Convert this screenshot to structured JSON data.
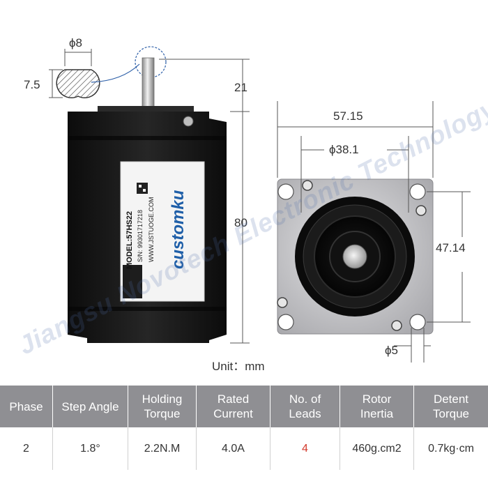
{
  "dimensions": {
    "shaft_diameter": "ϕ8",
    "shaft_flat": "7.5",
    "shaft_length": "21",
    "body_length": "80",
    "flange_width": "57.15",
    "pilot_diameter": "ϕ38.1",
    "hole_spacing": "47.14",
    "hole_diameter": "ϕ5"
  },
  "unit_label": "Unit：mm",
  "motor_label": {
    "brand": "customku",
    "model": "MODEL:57HS22",
    "serial": "S/N: 99301717218",
    "website": "WWW.JSTUOGE.COM"
  },
  "specs": {
    "headers": [
      [
        "Phase"
      ],
      [
        "Step Angle"
      ],
      [
        "Holding",
        "Torque"
      ],
      [
        "Rated",
        "Current"
      ],
      [
        "No. of",
        "Leads"
      ],
      [
        "Rotor",
        "Inertia"
      ],
      [
        "Detent",
        "Torque"
      ]
    ],
    "values": [
      "2",
      "1.8°",
      "2.2N.M",
      "4.0A",
      "4",
      "460g.cm2",
      "0.7kg·cm"
    ]
  },
  "watermark": "Jiangsu Novotech Electronic Technology Co.,Ltd",
  "colors": {
    "header_bg": "#8f8f93",
    "header_text": "#ffffff",
    "leads_value": "#d33a2c",
    "dimension_line": "#555555",
    "motor_body": "#141414",
    "flange_metal": "#c9c9cc",
    "label_blue": "#1f5fa8"
  }
}
